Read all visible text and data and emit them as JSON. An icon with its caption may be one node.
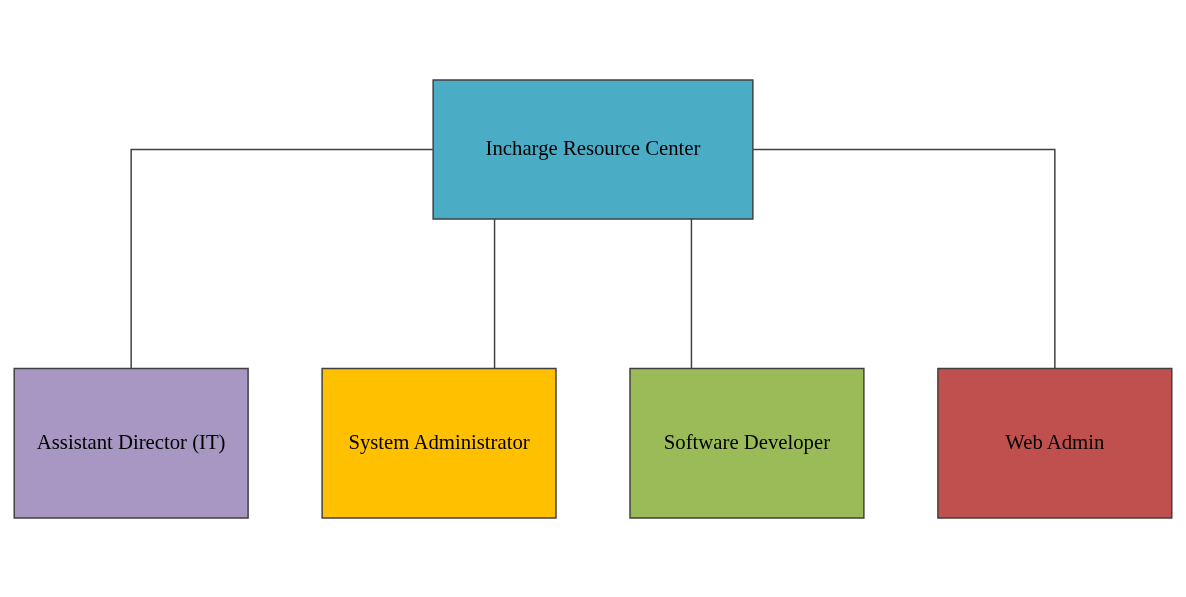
{
  "diagram": {
    "nodes": [
      {
        "text": [
          "Incharge Resource Center"
        ]
      },
      {
        "text": [
          "Assistant Director (IT)"
        ]
      },
      {
        "text": [
          "System Administrator"
        ]
      },
      {
        "text": [
          "Software Developer"
        ]
      },
      {
        "text": [
          "Web Admin"
        ]
      }
    ],
    "edges": [
      {
        "from": 0,
        "to": 1,
        "arrow": "none"
      },
      {
        "from": 0,
        "to": 2,
        "arrow": "none"
      },
      {
        "from": 0,
        "to": 3,
        "arrow": "none"
      },
      {
        "from": 0,
        "to": 4,
        "arrow": "none"
      }
    ]
  }
}
